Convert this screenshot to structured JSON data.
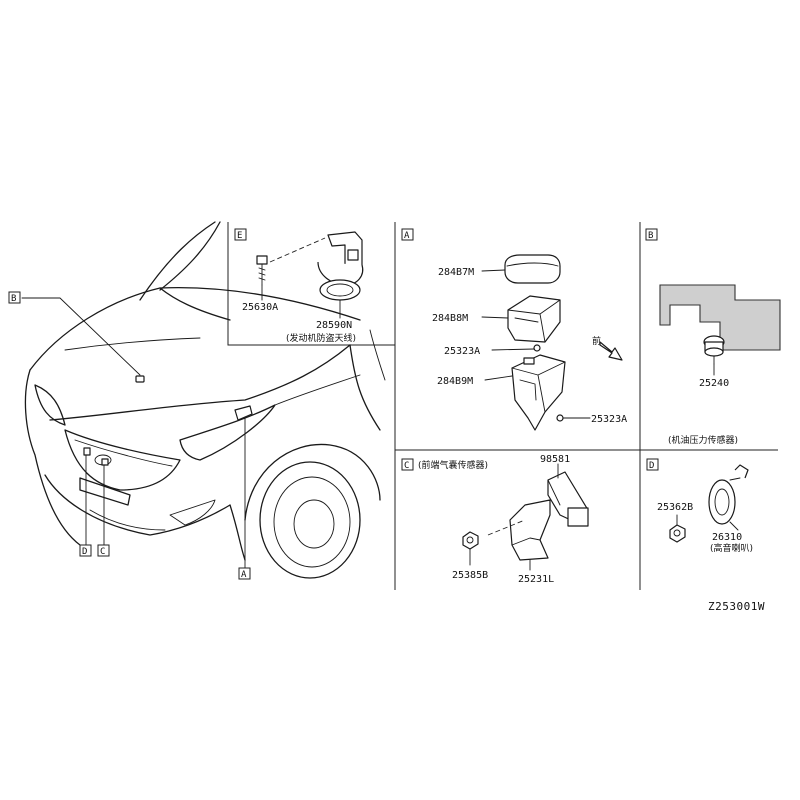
{
  "diagram_code": "Z253001W",
  "car_markers": {
    "b": "B",
    "d": "D",
    "c": "C",
    "a": "A"
  },
  "panels": {
    "e": {
      "id": "E",
      "parts": [
        {
          "number": "25630A"
        },
        {
          "number": "28590N",
          "note": "(发动机防盗天线)"
        }
      ]
    },
    "a": {
      "id": "A",
      "parts": [
        {
          "number": "284B7M"
        },
        {
          "number": "284B8M"
        },
        {
          "number": "25323A"
        },
        {
          "number": "284B9M"
        },
        {
          "number": "25323A"
        }
      ],
      "front_label": "前"
    },
    "b": {
      "id": "B",
      "parts": [
        {
          "number": "25240"
        }
      ],
      "caption": "(机油压力传感器)"
    },
    "c": {
      "id": "C",
      "caption": "(前端气囊传感器)",
      "parts": [
        {
          "number": "98581"
        },
        {
          "number": "25385B"
        },
        {
          "number": "25231L"
        }
      ]
    },
    "d": {
      "id": "D",
      "parts": [
        {
          "number": "25362B"
        },
        {
          "number": "26310",
          "note": "(高音喇叭)"
        }
      ]
    }
  }
}
